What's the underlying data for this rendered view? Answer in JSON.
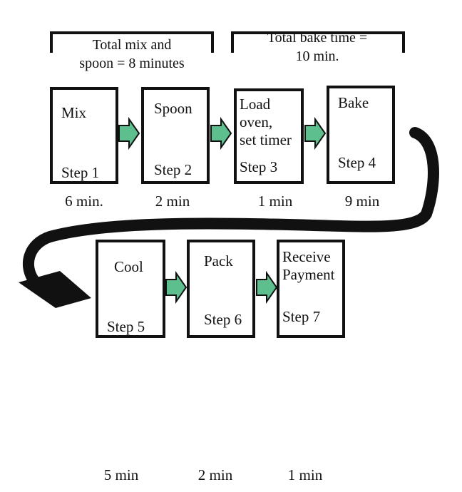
{
  "brackets": {
    "mix": {
      "line1": "Total mix and",
      "line2": "spoon = 8 minutes"
    },
    "bake": {
      "line1": "Total bake time =",
      "line2": "10 min."
    }
  },
  "steps": [
    {
      "name": "Mix",
      "label": "Step 1",
      "time": "6 min."
    },
    {
      "name": "Spoon",
      "label": "Step 2",
      "time": "2 min"
    },
    {
      "name": "Load\noven,\nset timer",
      "label": "Step 3",
      "time": "1   min"
    },
    {
      "name": "Bake",
      "label": "Step 4",
      "time": "9 min"
    },
    {
      "name": "Cool",
      "label": "Step 5",
      "time": "5 min"
    },
    {
      "name": "Pack",
      "label": "Step 6",
      "time": "2 min"
    },
    {
      "name": "Receive\nPayment",
      "label": "Step 7",
      "time": "1 min"
    }
  ],
  "colors": {
    "flow_arrow": "#5dbf8e",
    "line": "#111111"
  }
}
